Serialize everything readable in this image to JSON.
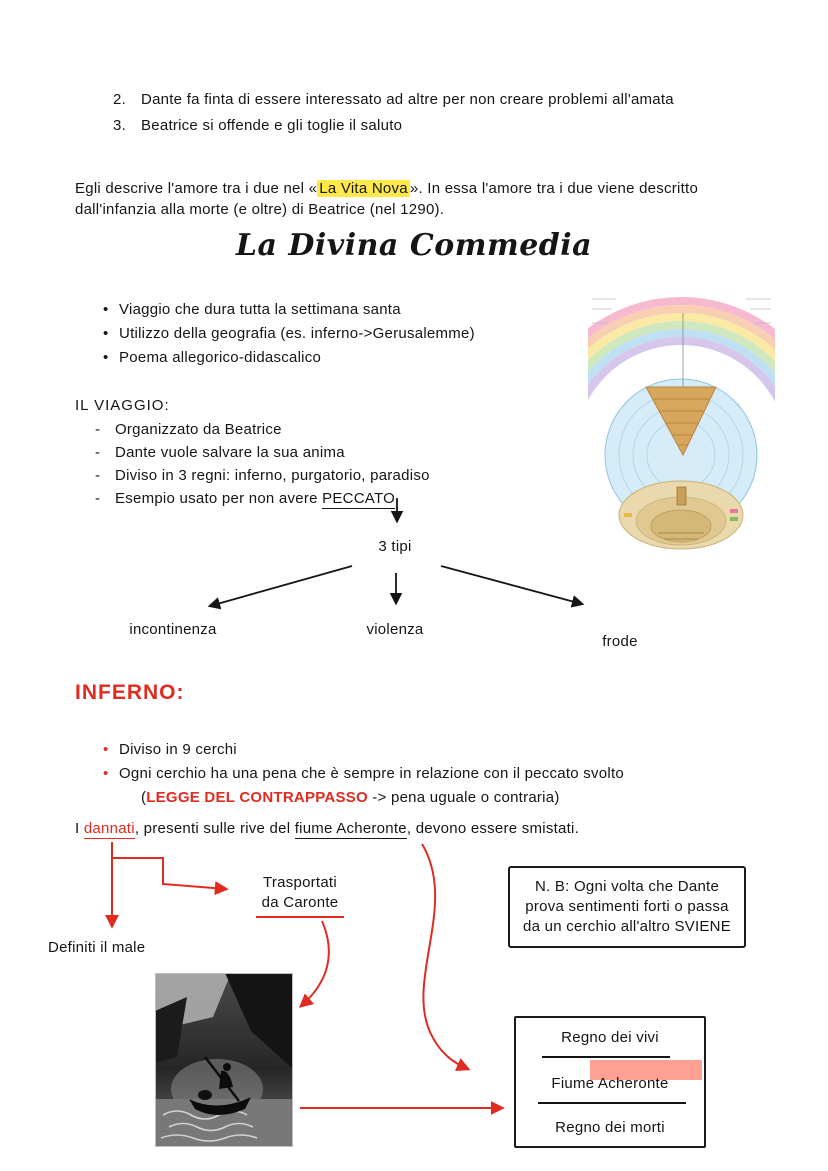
{
  "doc": {
    "numbered_items": [
      {
        "num": "2.",
        "text": "Dante fa finta di essere interessato ad altre per non creare problemi all'amata"
      },
      {
        "num": "3.",
        "text": "Beatrice si offende e gli toglie il saluto"
      }
    ],
    "intro": {
      "pre": "Egli descrive l'amore tra i due nel «",
      "highlight": "La Vita Nova",
      "post": "». In essa l'amore tra i due viene descritto dall'infanzia alla morte (e oltre) di Beatrice (nel 1290)."
    },
    "title": "La Divina Commedia",
    "features": [
      "Viaggio che dura tutta la settimana santa",
      "Utilizzo della geografia (es. inferno->Gerusalemme)",
      "Poema allegorico-didascalico"
    ],
    "viaggio": {
      "heading": "IL VIAGGIO:",
      "items": [
        "Organizzato da Beatrice",
        "Dante vuole salvare la sua anima",
        "Diviso in 3 regni: inferno, purgatorio, paradiso"
      ],
      "esempio_pre": "Esempio usato per non avere ",
      "esempio_word": "PECCATO"
    },
    "tree": {
      "root": "3 tipi",
      "branches": [
        "incontinenza",
        "violenza",
        "frode"
      ]
    },
    "inferno": {
      "heading": "INFERNO:",
      "bullet1": "Diviso in 9 cerchi",
      "bullet2_line1": "Ogni cerchio ha una pena che è sempre in relazione con il peccato svolto",
      "contrappasso_open": "(",
      "contrappasso_red": "LEGGE DEL CONTRAPPASSO",
      "contrappasso_rest": " -> pena uguale o contraria)",
      "dannati_pre": "I ",
      "dannati_word": "dannati",
      "dannati_mid": ", presenti sulle rive del ",
      "acheronte": "fiume Acheronte",
      "dannati_post": ", devono essere smistati.",
      "caronte_line1": "Trasportati",
      "caronte_line2": "da Caronte",
      "definiti": "Definiti il male",
      "nb": "N. B: Ogni volta che Dante prova sentimenti forti o passa da un cerchio all'altro SVIENE",
      "regni": {
        "vivi": "Regno dei vivi",
        "fiume": "Fiume Acheronte",
        "morti": "Regno dei morti"
      }
    },
    "colors": {
      "accent_red": "#e02b20",
      "highlight_yellow": "#ffe84a",
      "highlight_pink": "#ff8f80"
    }
  }
}
